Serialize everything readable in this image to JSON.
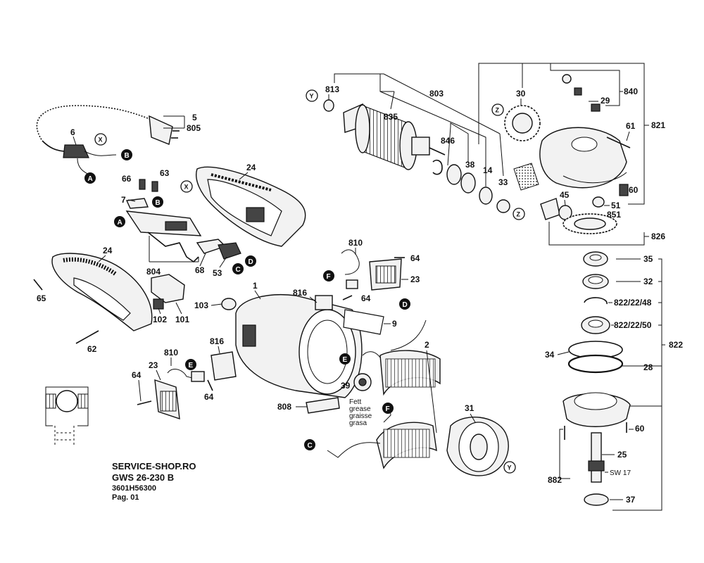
{
  "caption": {
    "shop": "SERVICE-SHOP.RO",
    "model": "GWS 26-230 B",
    "code": "3601H56300",
    "page": "Pag. 01"
  },
  "annotation": {
    "line1": "Fett",
    "line2": "grease",
    "line3": "graisse",
    "line4": "grasa",
    "wrench": "SW 17"
  },
  "labels": {
    "l805": "805",
    "l5": "5",
    "l6": "6",
    "l24a": "24",
    "l66": "66",
    "l63": "63",
    "l7": "7",
    "l804": "804",
    "l68": "68",
    "l53": "53",
    "l24b": "24",
    "l65": "65",
    "l102": "102",
    "l101": "101",
    "l62": "62",
    "l103": "103",
    "l1": "1",
    "l816a": "816",
    "l810a": "810",
    "l64a": "64",
    "l23a": "23",
    "l64b": "64",
    "l9": "9",
    "l810b": "810",
    "l23b": "23",
    "l816b": "816",
    "l64c": "64",
    "l64d": "64",
    "l39": "39",
    "l2": "2",
    "l808": "808",
    "l31": "31",
    "l813": "813",
    "l835": "835",
    "l803": "803",
    "l846": "846",
    "l38": "38",
    "l14": "14",
    "l33": "33",
    "l30": "30",
    "l29": "29",
    "l840": "840",
    "l821": "821",
    "l61": "61",
    "l60a": "60",
    "l45": "45",
    "l51": "51",
    "l851": "851",
    "l826": "826",
    "l35": "35",
    "l32": "32",
    "l822_48": "822/22/48",
    "l822_50": "822/22/50",
    "l822": "822",
    "l34": "34",
    "l28": "28",
    "l60b": "60",
    "l25": "25",
    "l882": "882",
    "l37": "37"
  },
  "markers": {
    "A": "A",
    "B": "B",
    "C": "C",
    "D": "D",
    "E": "E",
    "F": "F",
    "X": "X",
    "Y": "Y",
    "Z": "Z"
  }
}
